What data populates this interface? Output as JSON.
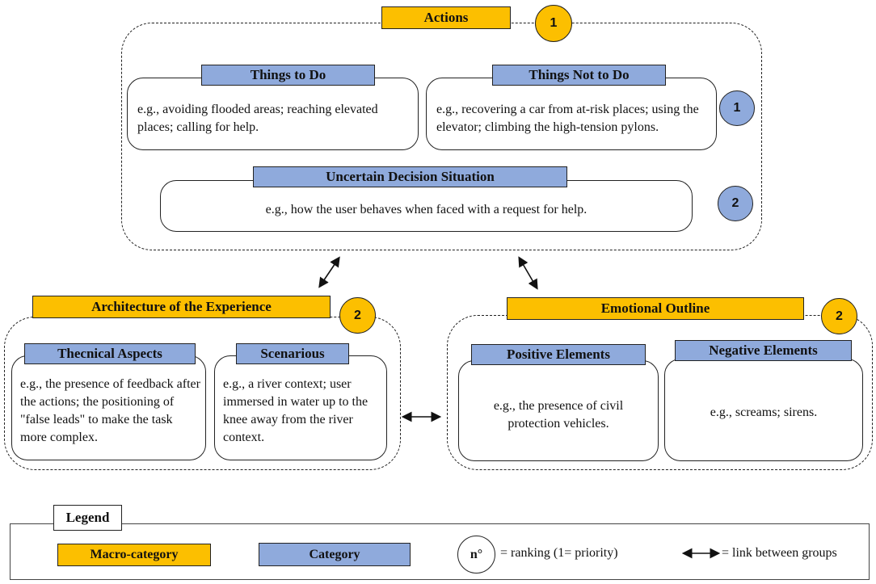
{
  "actions": {
    "title": "Actions",
    "rank": "1",
    "things_to_do": {
      "label": "Things to Do",
      "text": "e.g., avoiding flooded areas; reaching elevated places; calling for help."
    },
    "things_not_to_do": {
      "label": "Things Not to Do",
      "text": "e.g., recovering a car from at-risk places; using the elevator; climbing the high-tension pylons."
    },
    "row1_rank": "1",
    "uncertain": {
      "label": "Uncertain Decision Situation",
      "text": "e.g., how the user behaves when faced with a request for help."
    },
    "row2_rank": "2"
  },
  "architecture": {
    "title": "Architecture of the Experience",
    "rank": "2",
    "technical": {
      "label": "Thecnical Aspects",
      "text": "e.g., the presence of feedback after the actions; the positioning of \"false leads\" to make the task more complex."
    },
    "scenarios": {
      "label": "Scenarious",
      "text": "e.g., a river context; user immersed in water up to the knee away from the river context."
    }
  },
  "emotional": {
    "title": "Emotional Outline",
    "rank": "2",
    "positive": {
      "label": "Positive Elements",
      "text": "e.g., the presence of civil protection vehicles."
    },
    "negative": {
      "label": "Negative Elements",
      "text": "e.g., screams; sirens."
    }
  },
  "legend": {
    "title": "Legend",
    "macro_label": "Macro-category",
    "category_label": "Category",
    "rank_symbol": "n°",
    "rank_text": "= ranking (1= priority)",
    "link_text": "= link between groups"
  },
  "colors": {
    "macro": "#fcbf00",
    "category": "#8faadc"
  }
}
